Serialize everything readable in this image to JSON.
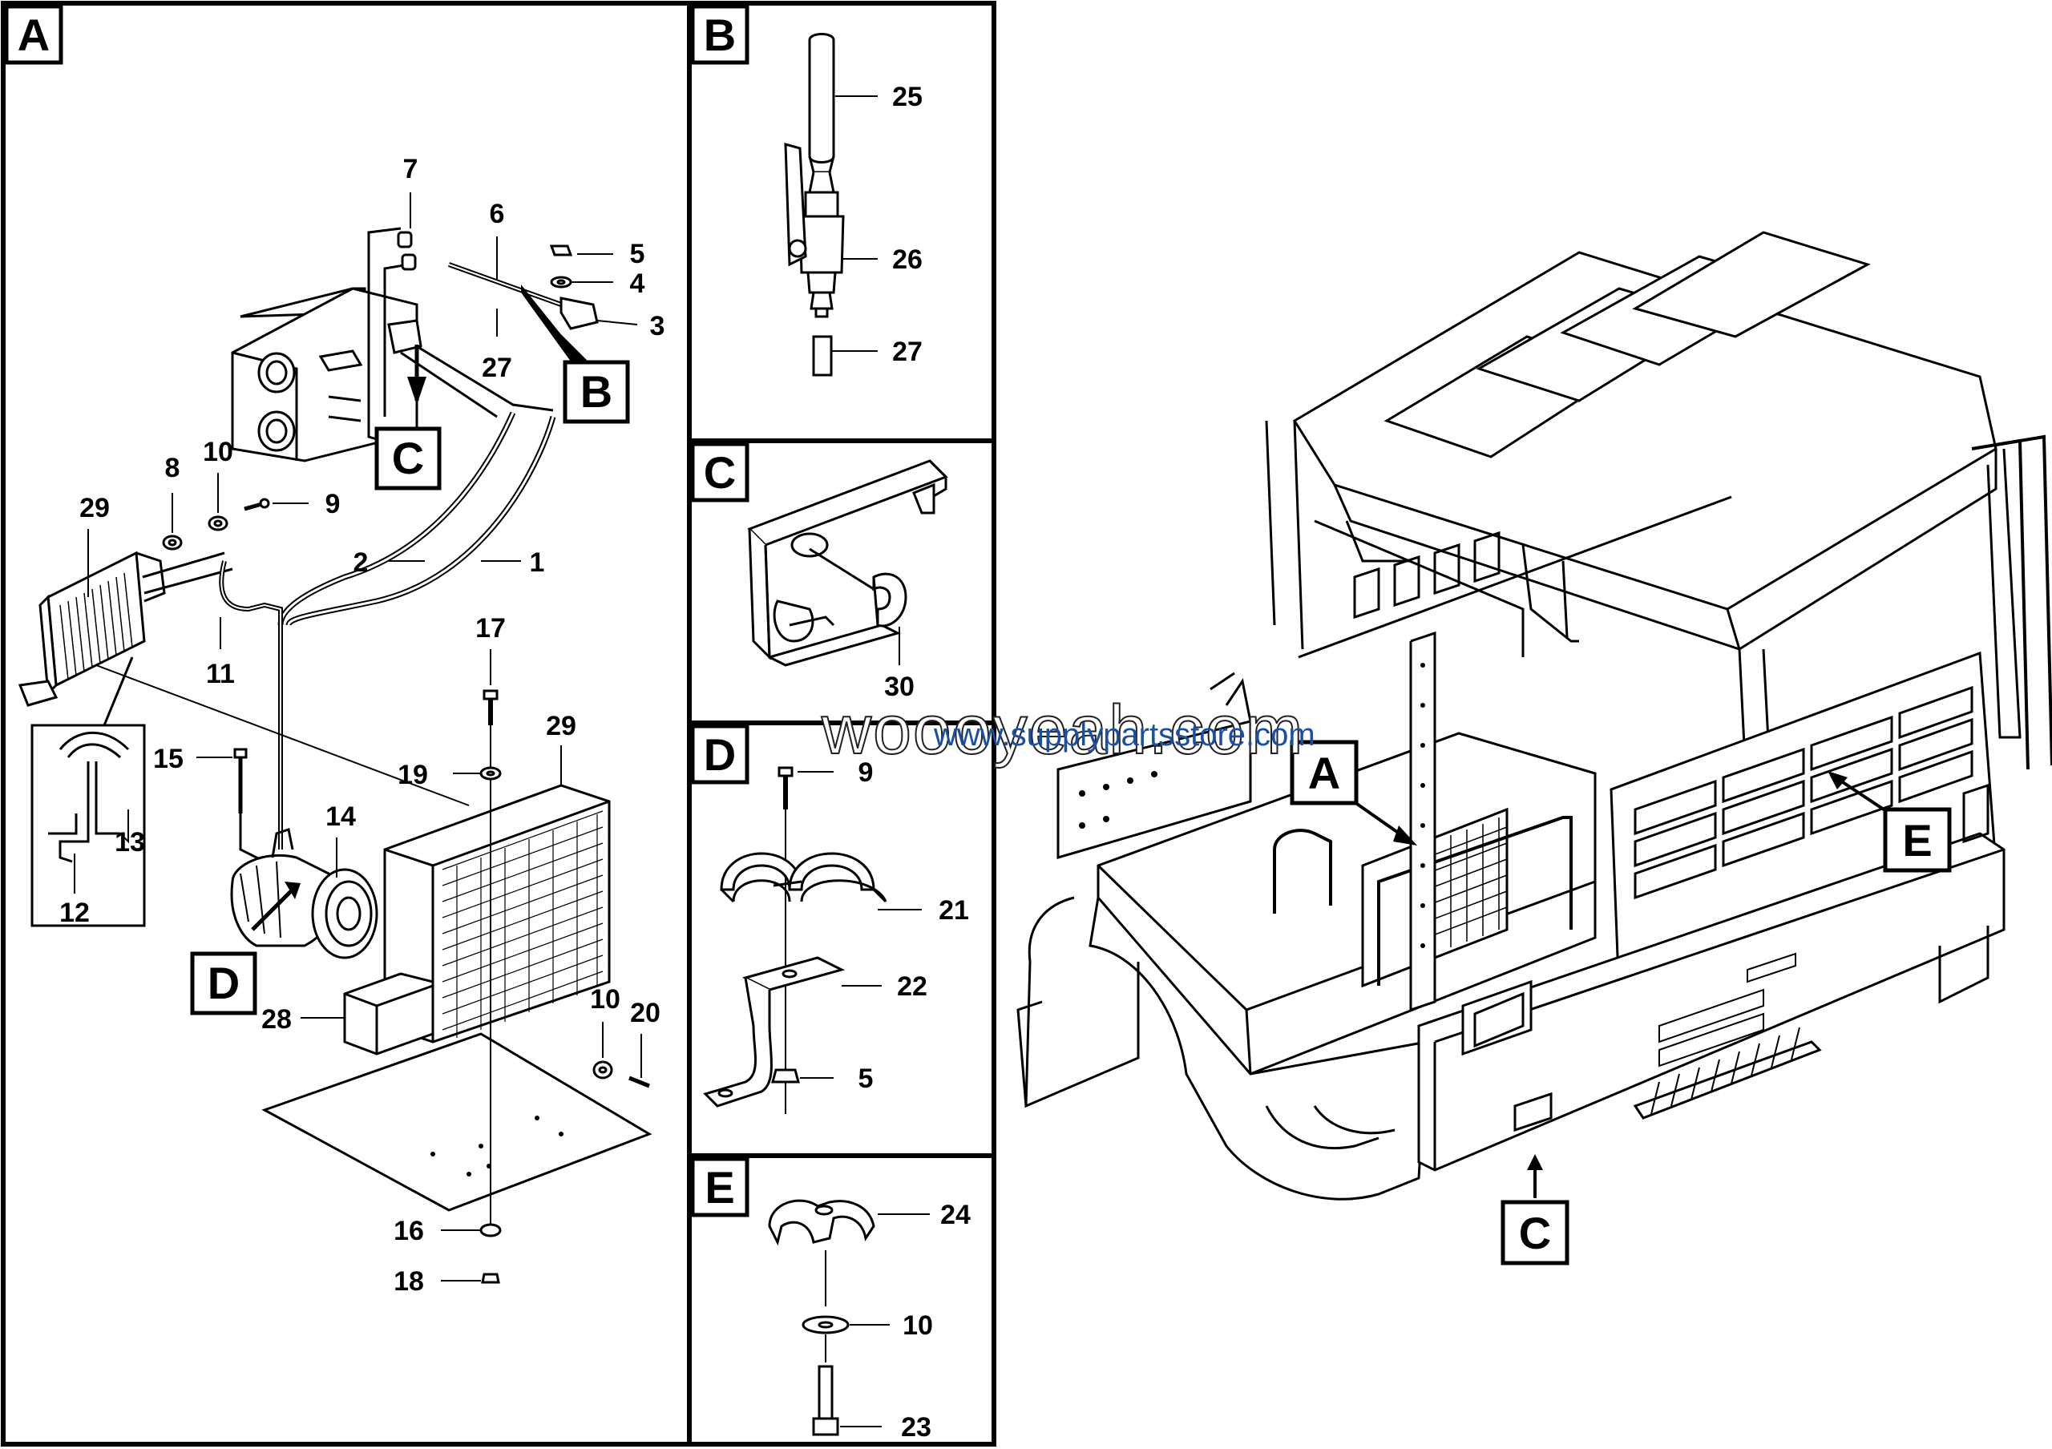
{
  "panels": {
    "A": {
      "tag": "A"
    },
    "B": {
      "tag": "B"
    },
    "C": {
      "tag": "C"
    },
    "D": {
      "tag": "D"
    },
    "E": {
      "tag": "E"
    }
  },
  "callouts": {
    "b_in_a": "B",
    "c_in_a": "C",
    "d_in_a": "D",
    "a_on_cab": "A",
    "c_on_cab": "C",
    "e_on_cab": "E"
  },
  "panel_a_numbers": {
    "n7": "7",
    "n6": "6",
    "n5": "5",
    "n4": "4",
    "n3": "3",
    "n27": "27",
    "n10a": "10",
    "n8": "8",
    "n9": "9",
    "n29a": "29",
    "n2": "2",
    "n1": "1",
    "n11": "11",
    "n17": "17",
    "n29b": "29",
    "n15": "15",
    "n19": "19",
    "n13": "13",
    "n14": "14",
    "n12": "12",
    "n10b": "10",
    "n20": "20",
    "n28": "28",
    "n16": "16",
    "n18": "18"
  },
  "panel_b_numbers": {
    "n25": "25",
    "n26": "26",
    "n27": "27"
  },
  "panel_c_numbers": {
    "n30": "30"
  },
  "panel_d_numbers": {
    "n9": "9",
    "n21": "21",
    "n22": "22",
    "n5": "5"
  },
  "panel_e_numbers": {
    "n24": "24",
    "n10": "10",
    "n23": "23"
  },
  "watermark": {
    "main": "woooyeah.com",
    "sub": "www.supplypartsstore.com"
  }
}
